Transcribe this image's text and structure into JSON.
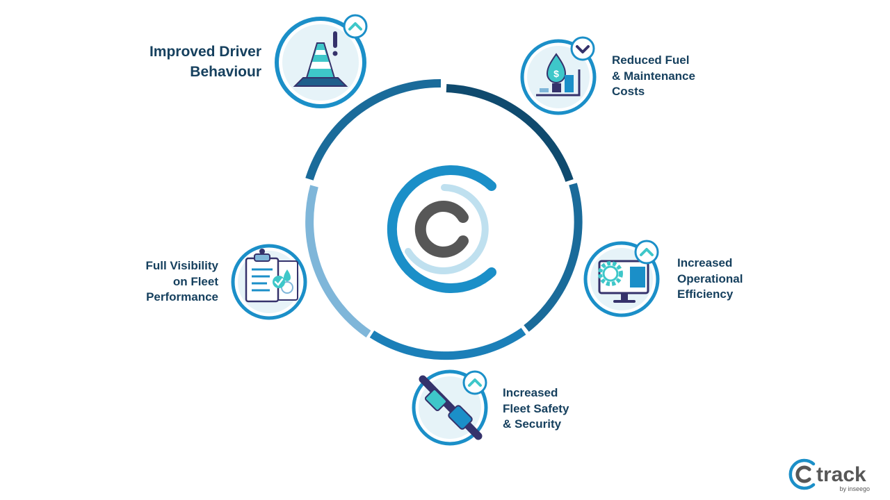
{
  "benefits": [
    {
      "id": "driver",
      "icon": "traffic-cone-icon",
      "trend": "up",
      "lines": [
        "Improved Driver",
        "Behaviour"
      ]
    },
    {
      "id": "fuel",
      "icon": "fuel-cost-chart-icon",
      "trend": "down",
      "lines": [
        "Reduced Fuel",
        "& Maintenance",
        "Costs"
      ]
    },
    {
      "id": "efficiency",
      "icon": "gear-monitor-icon",
      "trend": "up",
      "lines": [
        "Increased",
        "Operational",
        "Efficiency"
      ]
    },
    {
      "id": "safety",
      "icon": "seatbelt-icon",
      "trend": "up",
      "lines": [
        "Increased",
        "Fleet Safety",
        "& Security"
      ]
    },
    {
      "id": "visibility",
      "icon": "clipboard-report-icon",
      "trend": null,
      "lines": [
        "Full Visibility",
        "on Fleet",
        "Performance"
      ]
    }
  ],
  "brand": {
    "name": "track",
    "byline": "by inseego"
  },
  "colors": {
    "navy": "#16405e",
    "ring_dark": "#0f4a6e",
    "ring_mid": "#1a6b9a",
    "ring_light": "#7fb6d9",
    "accent": "#1b8fc8",
    "teal": "#3ec7c9",
    "grey": "#575757"
  }
}
